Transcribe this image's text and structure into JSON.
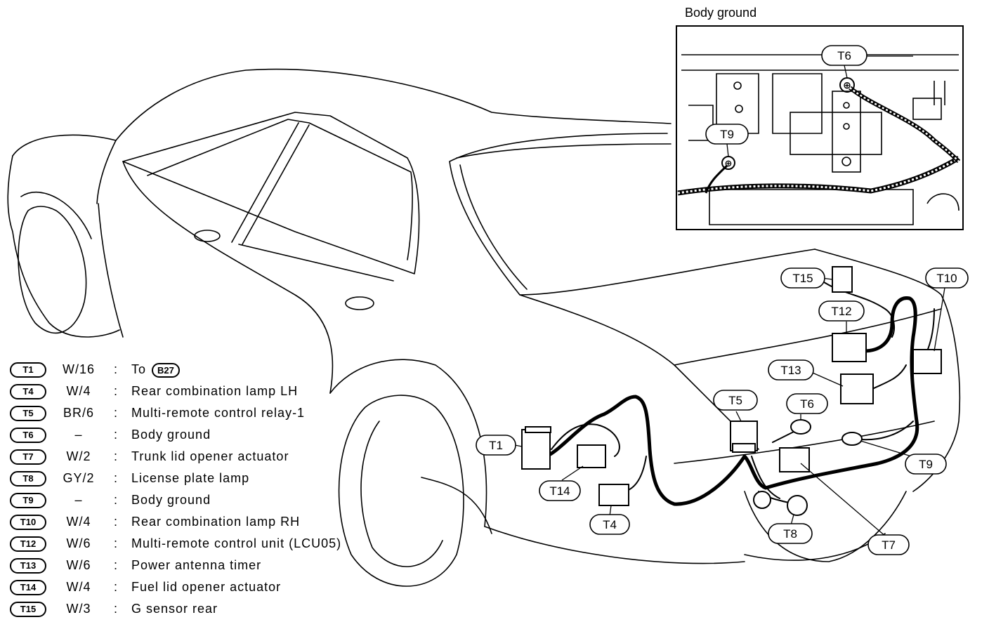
{
  "inset": {
    "title": "Body ground"
  },
  "callouts": {
    "T1": "T1",
    "T4": "T4",
    "T5": "T5",
    "T6": "T6",
    "T7": "T7",
    "T8": "T8",
    "T9": "T9",
    "T10": "T10",
    "T12": "T12",
    "T13": "T13",
    "T14": "T14",
    "T15": "T15",
    "inset_T6": "T6",
    "inset_T9": "T9"
  },
  "legend": {
    "rows": [
      {
        "terminal": "T1",
        "code": "W/16",
        "desc": "To",
        "ref": "B27"
      },
      {
        "terminal": "T4",
        "code": "W/4",
        "desc": "Rear combination lamp LH"
      },
      {
        "terminal": "T5",
        "code": "BR/6",
        "desc": "Multi-remote control relay-1"
      },
      {
        "terminal": "T6",
        "code": "–",
        "desc": "Body ground"
      },
      {
        "terminal": "T7",
        "code": "W/2",
        "desc": "Trunk lid opener actuator"
      },
      {
        "terminal": "T8",
        "code": "GY/2",
        "desc": "License plate lamp"
      },
      {
        "terminal": "T9",
        "code": "–",
        "desc": "Body ground"
      },
      {
        "terminal": "T10",
        "code": "W/4",
        "desc": "Rear combination lamp RH"
      },
      {
        "terminal": "T12",
        "code": "W/6",
        "desc": "Multi-remote control unit (LCU05)"
      },
      {
        "terminal": "T13",
        "code": "W/6",
        "desc": "Power antenna timer"
      },
      {
        "terminal": "T14",
        "code": "W/4",
        "desc": "Fuel lid opener actuator"
      },
      {
        "terminal": "T15",
        "code": "W/3",
        "desc": "G sensor rear"
      }
    ]
  }
}
